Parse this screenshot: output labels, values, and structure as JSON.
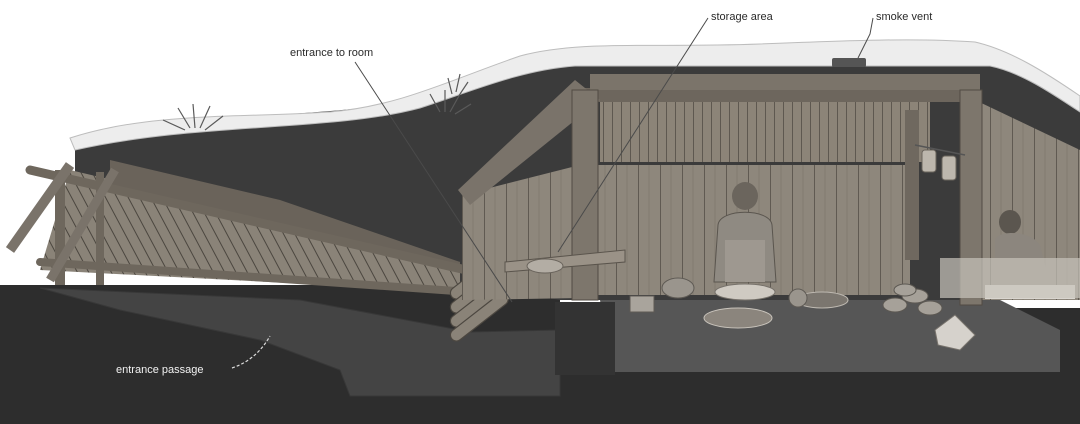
{
  "labels": {
    "entrance_to_room": "entrance to room",
    "storage_area": "storage area",
    "smoke_vent": "smoke vent",
    "entrance_passage": "entrance passage"
  },
  "colors": {
    "snow": "#ececec",
    "earth": "#3a3a3a",
    "ground": "#2f2f2f",
    "wood": "#8a8276",
    "wood_dark": "#5e574e",
    "floor": "#555555"
  }
}
